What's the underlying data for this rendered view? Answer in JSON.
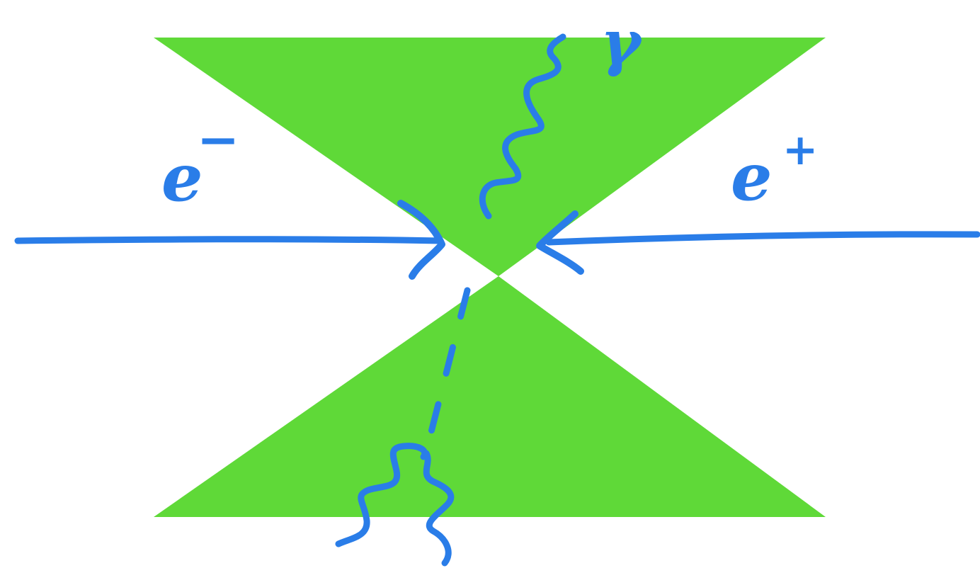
{
  "colors": {
    "background": "#ffffff",
    "cone_fill": "#5fd938",
    "ink": "#2a7de8"
  },
  "labels": {
    "electron": "e",
    "electron_charge": "−",
    "positron": "e",
    "positron_charge": "+",
    "photon": "γ"
  }
}
